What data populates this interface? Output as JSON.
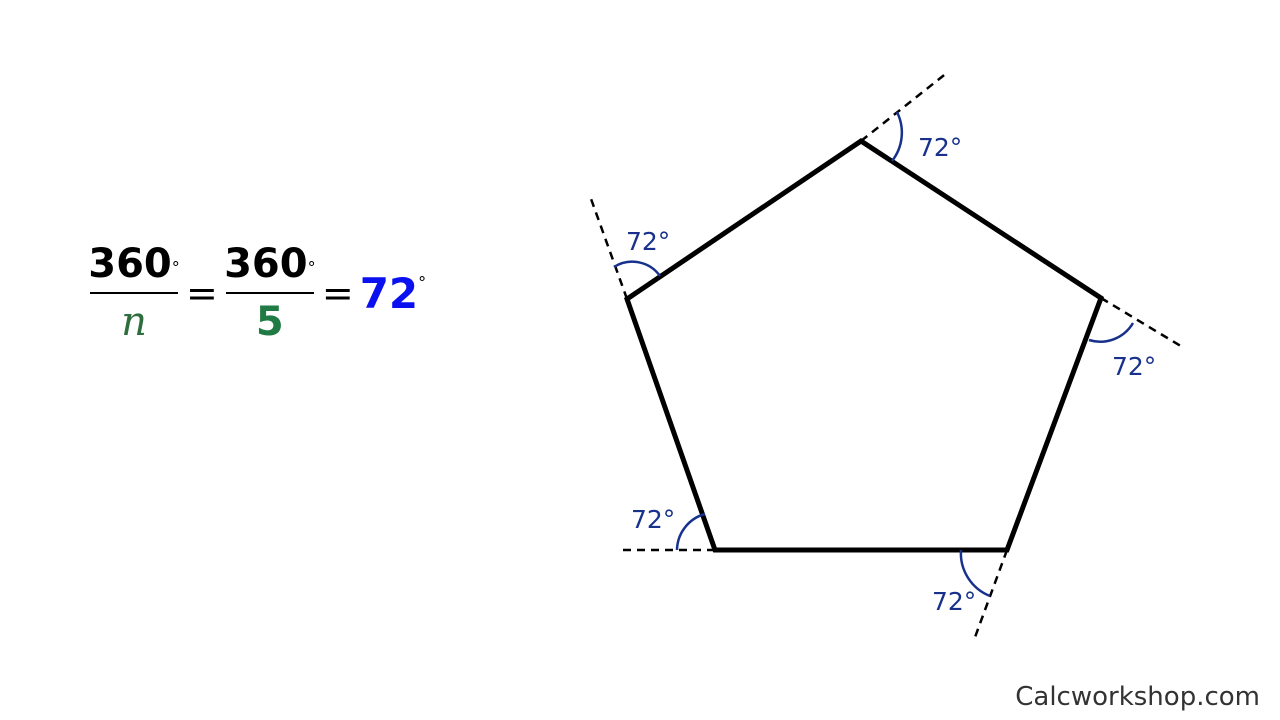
{
  "formula": {
    "numerator_1": "360",
    "denominator_1": "n",
    "numerator_2": "360",
    "denominator_2": "5",
    "result": "72",
    "degree_symbol": "°",
    "equals": "=",
    "colors": {
      "variable": "#2e6e3e",
      "five": "#1f7a43",
      "result": "#0a10f0"
    }
  },
  "diagram": {
    "shape": "regular pentagon",
    "exterior_angle_labels": [
      "72°",
      "72°",
      "72°",
      "72°",
      "72°"
    ],
    "colors": {
      "outline": "#000000",
      "arc": "#17318c",
      "extension": "#000000"
    }
  },
  "watermark": "Calcworkshop.com"
}
